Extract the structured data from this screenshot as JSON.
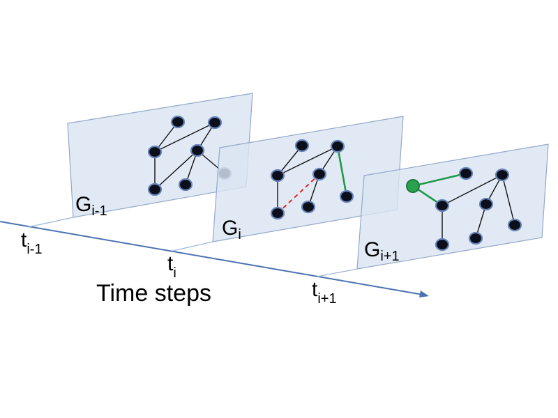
{
  "graphs": [
    {
      "base": "G",
      "sub": "i-1"
    },
    {
      "base": "G",
      "sub": "i"
    },
    {
      "base": "G",
      "sub": "i+1"
    }
  ],
  "timesteps": [
    {
      "base": "t",
      "sub": "i-1"
    },
    {
      "base": "t",
      "sub": "i"
    },
    {
      "base": "t",
      "sub": "i+1"
    }
  ],
  "axis_label": "Time steps",
  "colors": {
    "added_edge": "#1f9a4a",
    "removed_edge": "#e8262c",
    "new_node": "#2aa14f",
    "axis": "#4a72b0"
  }
}
